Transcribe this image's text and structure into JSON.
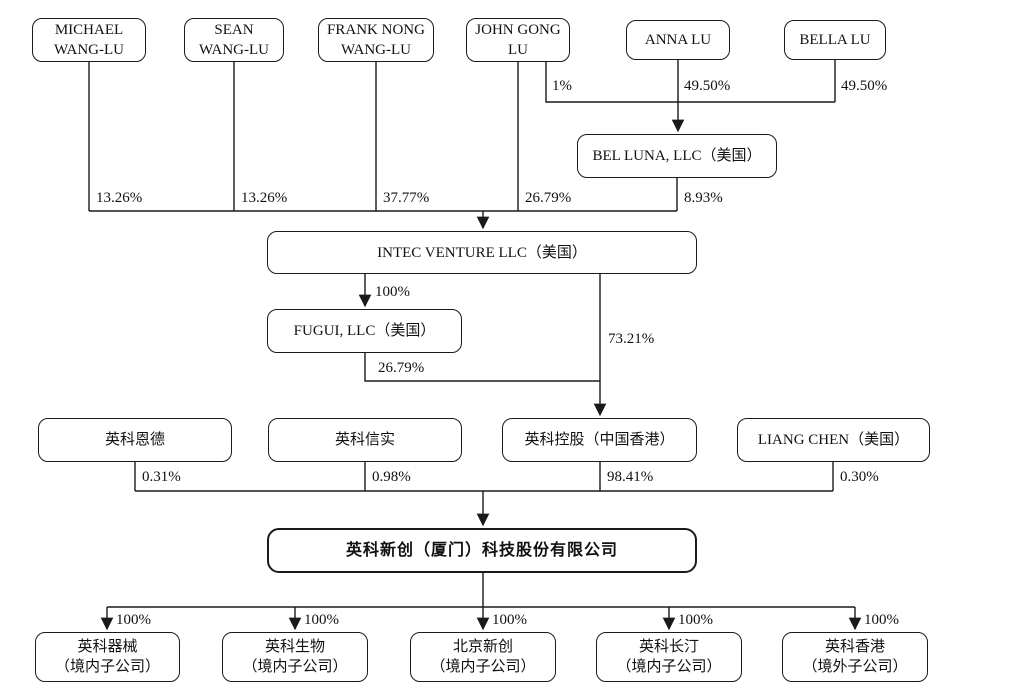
{
  "diagram": {
    "kind": "equity-ownership-structure",
    "accent_color": "#1a1a1a",
    "background_color": "#ffffff",
    "nodes": {
      "michael": "MICHAEL\nWANG-LU",
      "sean": "SEAN\nWANG-LU",
      "frank": "FRANK NONG\nWANG-LU",
      "john": "JOHN GONG\nLU",
      "anna": "ANNA LU",
      "bella": "BELLA LU",
      "belluna": "BEL LUNA, LLC（美国）",
      "intec": "INTEC VENTURE LLC（美国）",
      "fugui": "FUGUI, LLC（美国）",
      "ende": "英科恩德",
      "xinshi": "英科信实",
      "kongu": "英科控股（中国香港）",
      "liangchen": "LIANG CHEN（美国）",
      "main": "英科新创（厦门）科技股份有限公司",
      "sub_qixie": "英科器械\n（境内子公司）",
      "sub_shengwu": "英科生物\n（境内子公司）",
      "sub_beijing": "北京新创\n（境内子公司）",
      "sub_changting": "英科长汀\n（境内子公司）",
      "sub_hongkong": "英科香港\n（境外子公司）"
    },
    "ownership_labels": {
      "john_to_belluna": "1%",
      "anna_to_belluna": "49.50%",
      "bella_to_belluna": "49.50%",
      "michael_to_intec": "13.26%",
      "sean_to_intec": "13.26%",
      "frank_to_intec": "37.77%",
      "john_to_intec": "26.79%",
      "belluna_to_intec": "8.93%",
      "intec_to_fugui": "100%",
      "intec_to_kongu": "73.21%",
      "fugui_to_kongu": "26.79%",
      "ende_to_main": "0.31%",
      "xinshi_to_main": "0.98%",
      "kongu_to_main": "98.41%",
      "liangchen_to_main": "0.30%",
      "main_to_qixie": "100%",
      "main_to_shengwu": "100%",
      "main_to_beijing": "100%",
      "main_to_changting": "100%",
      "main_to_hongkong": "100%"
    }
  }
}
